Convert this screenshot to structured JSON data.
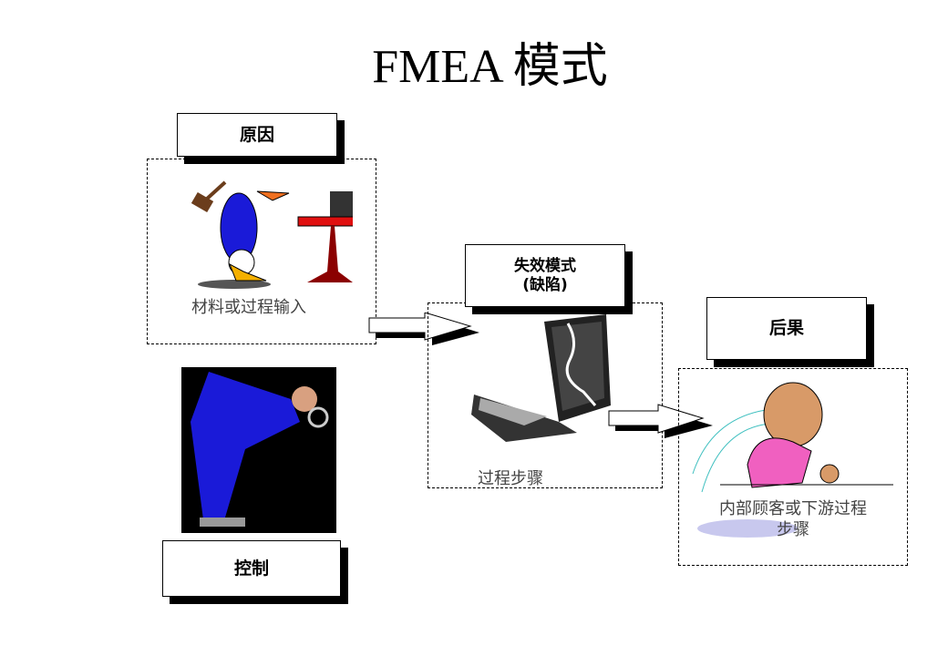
{
  "title": "FMEA 模式",
  "cause": {
    "label": "原因",
    "caption": "材料或过程输入"
  },
  "failure_mode": {
    "label_line1": "失效模式",
    "label_line2": "(缺陷)",
    "caption": "过程步骤"
  },
  "effect": {
    "label": "后果",
    "caption_line1": "内部顾客或下游过程",
    "caption_line2": "步骤"
  },
  "control": {
    "label": "控制"
  }
}
